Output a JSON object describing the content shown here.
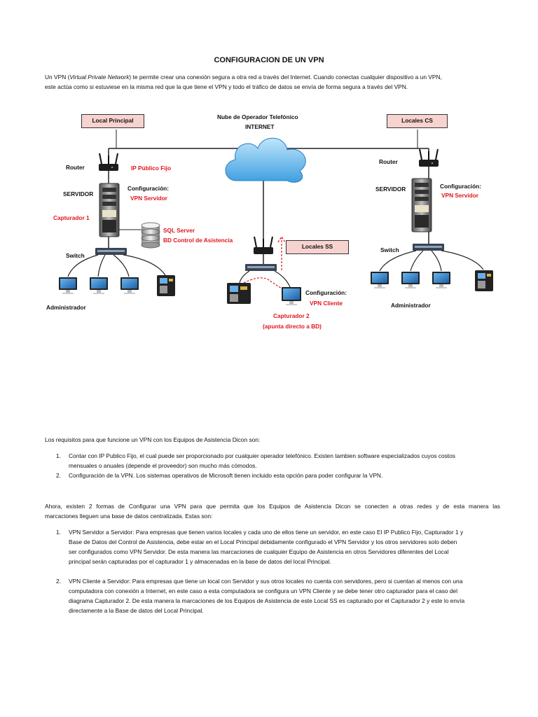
{
  "title": "CONFIGURACION DE UN VPN",
  "intro": {
    "p1": "Un VPN (",
    "p1_italic": "Virtual Private Network",
    "p1_rest": ") te permite crear una conexión segura a otra red a través del Internet.  Cuando conectas cualquier dispositivo a un VPN,",
    "p2": "este actúa como si estuviese en la misma red que la que tiene el VPN y todo el tráfico de datos se envía de forma segura a través del VPN."
  },
  "diagram": {
    "local_principal": "Local Principal",
    "cloud_line1": "Nube de Operador Telefónico",
    "cloud_line2": "INTERNET",
    "locales_cs": "Locales CS",
    "locales_ss": "Locales SS",
    "left": {
      "router": "Router",
      "ip": "IP Público Fijo",
      "servidor": "SERVIDOR",
      "config": "Configuración:",
      "vpn_servidor": "VPN Servidor",
      "capturador": "Capturador 1",
      "sql": "SQL Server",
      "bd": "BD Control de Asistencia",
      "switch": "Switch",
      "admin": "Administrador"
    },
    "right": {
      "router": "Router",
      "servidor": "SERVIDOR",
      "config": "Configuración:",
      "vpn_servidor": "VPN Servidor",
      "switch": "Switch",
      "admin": "Administrador"
    },
    "center": {
      "config": "Configuración:",
      "vpn_cliente": "VPN Cliente",
      "capturador2": "Capturador 2",
      "apunta": "(apunta directo a BD)"
    }
  },
  "requisitos": {
    "intro": "Los requisitos para que funcione un VPN con los Equipos de Asistencia Dicon son:",
    "items": [
      {
        "num": "1.",
        "l1": "Contar con IP Publico Fijo, el cual puede ser proporcionado por cualquier operador telefónico. Existen tambien software especializados cuyos costos",
        "l2": "mensuales o anuales (depende el proveedor) son mucho más cómodos."
      },
      {
        "num": "2.",
        "l1": "Configuración de la VPN. Los sistemas operativos de Microsoft tienen incluido esta opción para poder configurar la VPN.",
        "l2": ""
      }
    ]
  },
  "formas": {
    "l1": "Ahora, existen 2 formas de Configurar una VPN para que permita que los Equipos de Asistencia Dicon se conecten a otras redes y de esta manera las",
    "l2": "marcaciones lleguen una base de datos centralizada. Estas son:",
    "items": [
      {
        "num": "1.",
        "lines": [
          "VPN Servidor a Servidor: Para empresas que tienen varios locales y cada uno de ellos tiene un servidor, en este caso El IP Publico Fijo, Capturador 1 y",
          "Base de Datos del Control de Asistencia, debe estar en el Local Principal debidamente configurado el VPN Servidor y los otros servidores solo deben",
          "ser configurados como VPN Servidor. De esta manera las marcaciones de cualquier Equipo de Asistencia en otros Servidores diferentes del Local",
          "principal serán capturadas por el capturador 1 y almacenadas en la base de datos del local Principal."
        ]
      },
      {
        "num": "2.",
        "lines": [
          "VPN Cliente a Servidor: Para empresas que tiene un local con Servidor y sus otros locales no cuenta con servidores,  pero si cuentan al menos con una",
          "computadora con conexión a Internet, en este caso a esta computadora se configura un VPN Cliente y se debe tener otro capturador para el caso del",
          "diagrama Capturador 2. De esta manera la marcaciones de los Equipos de Asistencia de este Local SS es capturado por el Capturador 2 y este lo envía",
          "directamente a la Base de datos del Local Principal."
        ]
      }
    ]
  },
  "colors": {
    "accent_red": "#e0161b",
    "box_pink": "#f7d3d0"
  }
}
